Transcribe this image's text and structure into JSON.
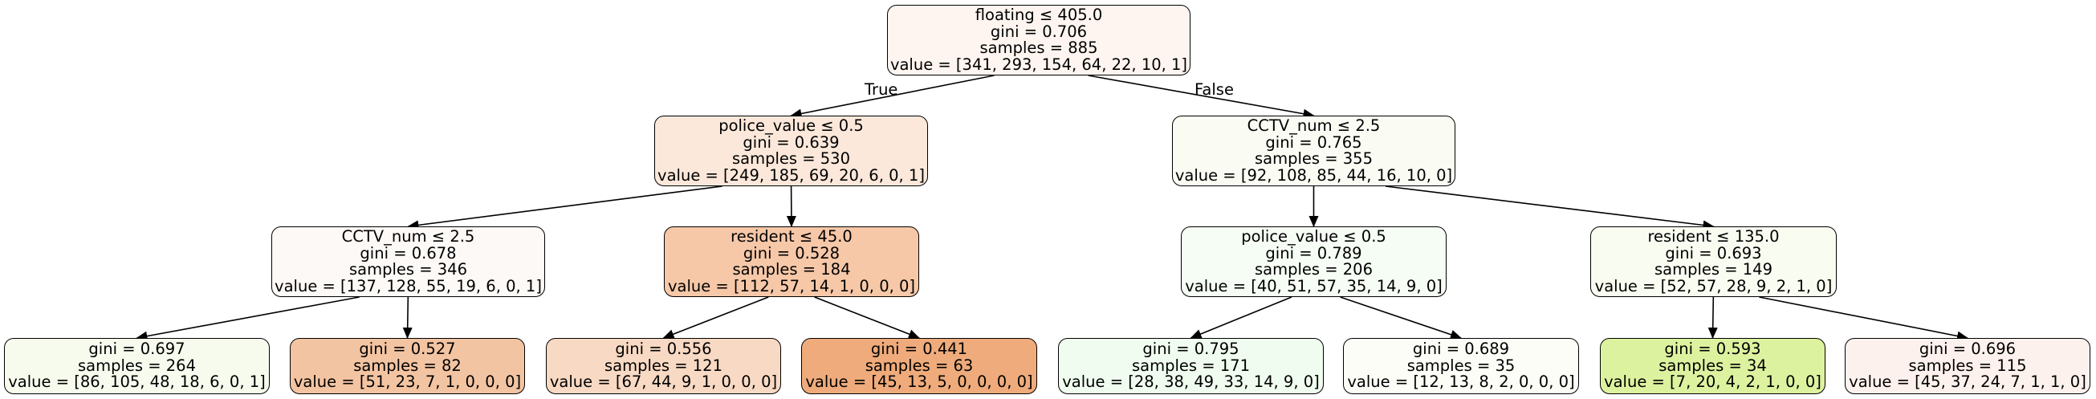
{
  "edge_labels": {
    "true_label": "True",
    "false_label": "False"
  },
  "nodes": [
    {
      "id": "n0",
      "fill": "#fef5f0",
      "lines": [
        "floating ≤ 405.0",
        "gini = 0.706",
        "samples = 885",
        "value = [341, 293, 154, 64, 22, 10, 1]"
      ]
    },
    {
      "id": "n1",
      "fill": "#fbe8da",
      "lines": [
        "police_value ≤ 0.5",
        "gini = 0.639",
        "samples = 530",
        "value = [249, 185, 69, 20, 6, 0, 1]"
      ]
    },
    {
      "id": "n2",
      "fill": "#fdf9f6",
      "lines": [
        "CCTV_num ≤ 2.5",
        "gini = 0.678",
        "samples = 346",
        "value = [137, 128, 55, 19, 6, 0, 1]"
      ]
    },
    {
      "id": "n3",
      "fill": "#f7fbee",
      "lines": [
        "gini = 0.697",
        "samples = 264",
        "value = [86, 105, 48, 18, 6, 0, 1]"
      ]
    },
    {
      "id": "n4",
      "fill": "#f3c4a2",
      "lines": [
        "gini = 0.527",
        "samples = 82",
        "value = [51, 23, 7, 1, 0, 0, 0]"
      ]
    },
    {
      "id": "n5",
      "fill": "#f6c8a8",
      "lines": [
        "resident ≤ 45.0",
        "gini = 0.528",
        "samples = 184",
        "value = [112, 57, 14, 1, 0, 0, 0]"
      ]
    },
    {
      "id": "n6",
      "fill": "#f8d9c3",
      "lines": [
        "gini = 0.556",
        "samples = 121",
        "value = [67, 44, 9, 1, 0, 0, 0]"
      ]
    },
    {
      "id": "n7",
      "fill": "#efab7b",
      "lines": [
        "gini = 0.441",
        "samples = 63",
        "value = [45, 13, 5, 0, 0, 0, 0]"
      ]
    },
    {
      "id": "n8",
      "fill": "#fafcf4",
      "lines": [
        "CCTV_num ≤ 2.5",
        "gini = 0.765",
        "samples = 355",
        "value = [92, 108, 85, 44, 16, 10, 0]"
      ]
    },
    {
      "id": "n9",
      "fill": "#f6fdf4",
      "lines": [
        "police_value ≤ 0.5",
        "gini = 0.789",
        "samples = 206",
        "value = [40, 51, 57, 35, 14, 9, 0]"
      ]
    },
    {
      "id": "n10",
      "fill": "#effcef",
      "lines": [
        "gini = 0.795",
        "samples = 171",
        "value = [28, 38, 49, 33, 14, 9, 0]"
      ]
    },
    {
      "id": "n11",
      "fill": "#fcfdf6",
      "lines": [
        "gini = 0.689",
        "samples = 35",
        "value = [12, 13, 8, 2, 0, 0, 0]"
      ]
    },
    {
      "id": "n12",
      "fill": "#f9fcf1",
      "lines": [
        "resident ≤ 135.0",
        "gini = 0.693",
        "samples = 149",
        "value = [52, 57, 28, 9, 2, 1, 0]"
      ]
    },
    {
      "id": "n13",
      "fill": "#ddf29f",
      "lines": [
        "gini = 0.593",
        "samples = 34",
        "value = [7, 20, 4, 2, 1, 0, 0]"
      ]
    },
    {
      "id": "n14",
      "fill": "#fdf1ed",
      "lines": [
        "gini = 0.696",
        "samples = 115",
        "value = [45, 37, 24, 7, 1, 1, 0]"
      ]
    }
  ],
  "edges": [
    {
      "from": "n0",
      "to": "n1"
    },
    {
      "from": "n0",
      "to": "n8"
    },
    {
      "from": "n1",
      "to": "n2"
    },
    {
      "from": "n1",
      "to": "n5"
    },
    {
      "from": "n2",
      "to": "n3"
    },
    {
      "from": "n2",
      "to": "n4"
    },
    {
      "from": "n5",
      "to": "n6"
    },
    {
      "from": "n5",
      "to": "n7"
    },
    {
      "from": "n8",
      "to": "n9"
    },
    {
      "from": "n8",
      "to": "n12"
    },
    {
      "from": "n9",
      "to": "n10"
    },
    {
      "from": "n9",
      "to": "n11"
    },
    {
      "from": "n12",
      "to": "n13"
    },
    {
      "from": "n12",
      "to": "n14"
    }
  ]
}
